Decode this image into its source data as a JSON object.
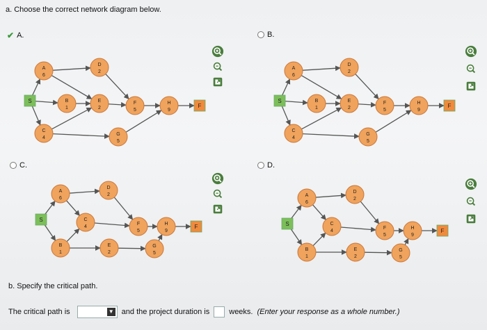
{
  "question_a": "a. Choose the correct network diagram below.",
  "options": [
    {
      "letter": "A.",
      "selected": true
    },
    {
      "letter": "B.",
      "selected": false
    },
    {
      "letter": "C.",
      "selected": false
    },
    {
      "letter": "D.",
      "selected": false
    }
  ],
  "nodes": {
    "start": "S",
    "finish": "F",
    "A": {
      "label": "A",
      "dur": "6"
    },
    "B": {
      "label": "B",
      "dur": "1"
    },
    "C": {
      "label": "C",
      "dur": "4"
    },
    "D": {
      "label": "D",
      "dur": "2"
    },
    "E": {
      "label": "E",
      "dur": "2"
    },
    "F": {
      "label": "F",
      "dur": "5"
    },
    "G": {
      "label": "G",
      "dur": "5"
    },
    "H": {
      "label": "H",
      "dur": "9"
    }
  },
  "colors": {
    "node_fill": "#f0a35c",
    "node_stroke": "#c9763a",
    "box_fill": "#7cbf5a",
    "finish_fill": "#f08a3c",
    "arrow": "#555555"
  },
  "tools": [
    "zoom-in-icon",
    "zoom-out-icon",
    "popout-icon"
  ],
  "question_b": "b. Specify the critical path.",
  "answer_row": {
    "prefix": "The critical path is",
    "middle": "and the project duration is",
    "suffix": "weeks.",
    "instruction": "(Enter your response as a whole number.)"
  }
}
